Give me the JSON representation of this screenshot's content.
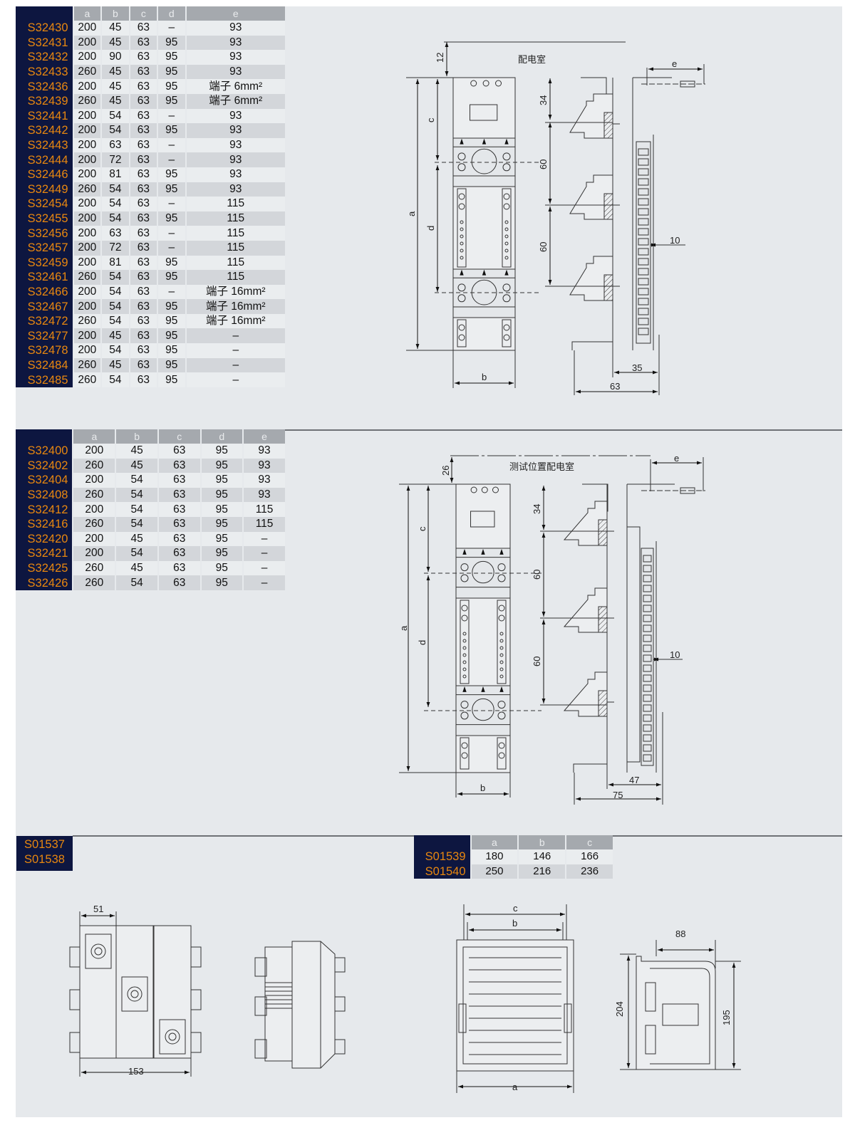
{
  "colors": {
    "navy": "#0d1640",
    "orange": "#e8870f",
    "panel": "#e6e9ec"
  },
  "table1": {
    "headers": [
      "a",
      "b",
      "c",
      "d",
      "e"
    ],
    "rows": [
      [
        "S32430",
        "200",
        "45",
        "63",
        "–",
        "93"
      ],
      [
        "S32431",
        "200",
        "45",
        "63",
        "95",
        "93"
      ],
      [
        "S32432",
        "200",
        "90",
        "63",
        "95",
        "93"
      ],
      [
        "S32433",
        "260",
        "45",
        "63",
        "95",
        "93"
      ],
      [
        "S32436",
        "200",
        "45",
        "63",
        "95",
        "端子 6mm²"
      ],
      [
        "S32439",
        "260",
        "45",
        "63",
        "95",
        "端子 6mm²"
      ],
      [
        "S32441",
        "200",
        "54",
        "63",
        "–",
        "93"
      ],
      [
        "S32442",
        "200",
        "54",
        "63",
        "95",
        "93"
      ],
      [
        "S32443",
        "200",
        "63",
        "63",
        "–",
        "93"
      ],
      [
        "S32444",
        "200",
        "72",
        "63",
        "–",
        "93"
      ],
      [
        "S32446",
        "200",
        "81",
        "63",
        "95",
        "93"
      ],
      [
        "S32449",
        "260",
        "54",
        "63",
        "95",
        "93"
      ],
      [
        "S32454",
        "200",
        "54",
        "63",
        "–",
        "115"
      ],
      [
        "S32455",
        "200",
        "54",
        "63",
        "95",
        "115"
      ],
      [
        "S32456",
        "200",
        "63",
        "63",
        "–",
        "115"
      ],
      [
        "S32457",
        "200",
        "72",
        "63",
        "–",
        "115"
      ],
      [
        "S32459",
        "200",
        "81",
        "63",
        "95",
        "115"
      ],
      [
        "S32461",
        "260",
        "54",
        "63",
        "95",
        "115"
      ],
      [
        "S32466",
        "200",
        "54",
        "63",
        "–",
        "端子 16mm²"
      ],
      [
        "S32467",
        "200",
        "54",
        "63",
        "95",
        "端子 16mm²"
      ],
      [
        "S32472",
        "260",
        "54",
        "63",
        "95",
        "端子 16mm²"
      ],
      [
        "S32477",
        "200",
        "45",
        "63",
        "95",
        "–"
      ],
      [
        "S32478",
        "200",
        "54",
        "63",
        "95",
        "–"
      ],
      [
        "S32484",
        "260",
        "45",
        "63",
        "95",
        "–"
      ],
      [
        "S32485",
        "260",
        "54",
        "63",
        "95",
        "–"
      ]
    ]
  },
  "table2": {
    "headers": [
      "a",
      "b",
      "c",
      "d",
      "e"
    ],
    "rows": [
      [
        "S32400",
        "200",
        "45",
        "63",
        "95",
        "93"
      ],
      [
        "S32402",
        "260",
        "45",
        "63",
        "95",
        "93"
      ],
      [
        "S32404",
        "200",
        "54",
        "63",
        "95",
        "93"
      ],
      [
        "S32408",
        "260",
        "54",
        "63",
        "95",
        "93"
      ],
      [
        "S32412",
        "200",
        "54",
        "63",
        "95",
        "115"
      ],
      [
        "S32416",
        "260",
        "54",
        "63",
        "95",
        "115"
      ],
      [
        "S32420",
        "200",
        "45",
        "63",
        "95",
        "–"
      ],
      [
        "S32421",
        "200",
        "54",
        "63",
        "95",
        "–"
      ],
      [
        "S32425",
        "260",
        "45",
        "63",
        "95",
        "–"
      ],
      [
        "S32426",
        "260",
        "54",
        "63",
        "95",
        "–"
      ]
    ]
  },
  "table3": {
    "codes": [
      "S01537",
      "S01538"
    ]
  },
  "table4": {
    "headers": [
      "a",
      "b",
      "c"
    ],
    "rows": [
      [
        "S01539",
        "180",
        "146",
        "166"
      ],
      [
        "S01540",
        "250",
        "216",
        "236"
      ]
    ]
  },
  "drawing1": {
    "title": "配电室",
    "dims": {
      "top": "12",
      "a": "a",
      "b": "b",
      "c": "c",
      "d": "d",
      "e": "e",
      "h1": "34",
      "h2": "60",
      "h3": "60",
      "rail": "10",
      "depth1": "35",
      "depth2": "63"
    }
  },
  "drawing2": {
    "title": "测试位置配电室",
    "dims": {
      "top": "26",
      "a": "a",
      "b": "b",
      "c": "c",
      "d": "d",
      "e": "e",
      "h1": "34",
      "h2": "60",
      "h3": "60",
      "rail": "10",
      "depth1": "47",
      "depth2": "75"
    }
  },
  "drawing3": {
    "dims": {
      "width1": "51",
      "width2": "153"
    }
  },
  "drawing4": {
    "dims": {
      "c": "c",
      "b": "b",
      "a": "a",
      "depth": "88",
      "h1": "204",
      "h2": "195"
    }
  }
}
